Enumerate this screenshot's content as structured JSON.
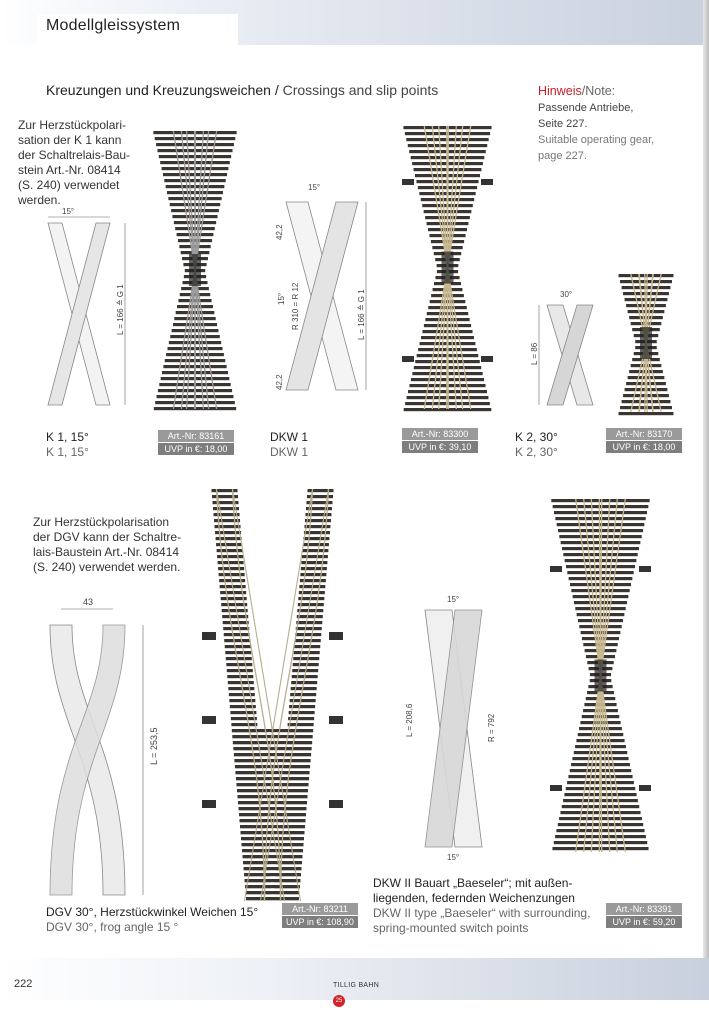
{
  "header": {
    "title": "Modellgleissystem"
  },
  "section": {
    "title_de": "Kreuzungen und Kreuzungsweichen",
    "separator": " / ",
    "title_en": "Crossings and slip points"
  },
  "note": {
    "label_de": "Hinweis",
    "slash": "/",
    "label_en": "Note:",
    "line1": "Passende Antriebe,",
    "line2": "Seite 227.",
    "line3": "Suitable operating gear,",
    "line4": "page 227."
  },
  "intro_k1": [
    "Zur Herzstückpolari-",
    "sation der K 1 kann",
    "der Schaltrelais-Bau-",
    "stein Art.-Nr. 08414",
    "(S. 240) verwendet",
    "werden."
  ],
  "intro_dgv": [
    "Zur Herzstückpolarisation",
    "der DGV kann der Schaltre-",
    "lais-Baustein Art.-Nr. 08414",
    "(S. 240) verwendet werden."
  ],
  "products": {
    "k1": {
      "name_de": "K 1, 15°",
      "name_en": "K 1, 15°",
      "art": "Art.-Nr: 83161",
      "uvp": "UVP in €: 18,00"
    },
    "dkw1": {
      "name_de": "DKW 1",
      "name_en": "DKW 1",
      "art": "Art.-Nr: 83300",
      "uvp": "UVP in €: 39,10"
    },
    "k2": {
      "name_de": "K 2, 30°",
      "name_en": "K 2, 30°",
      "art": "Art.-Nr: 83170",
      "uvp": "UVP in €: 18,00"
    },
    "dgv": {
      "name_de": "DGV 30°, Herzstückwinkel Weichen 15°",
      "name_en": "DGV 30°, frog angle 15 °",
      "art": "Art.-Nr: 83211",
      "uvp": "UVP in €: 108,90"
    },
    "dkw2": {
      "name_de_1": "DKW II Bauart „Baeseler“; mit außen-",
      "name_de_2": "liegenden, federnden Weichenzungen",
      "name_en_1": "DKW II type „Baeseler“ with surrounding,",
      "name_en_2": "spring-mounted switch points",
      "art": "Art.-Nr: 83391",
      "uvp": "UVP in €: 59,20"
    }
  },
  "diagram_labels": {
    "k1_angle": "15°",
    "k1_len": "L = 166 ≙ G 1",
    "dkw1_angle": "15°",
    "dkw1_top": "42,2",
    "dkw1_r": "R 310 = R 12",
    "dkw1_mid": "15°",
    "dkw1_bot": "42,2",
    "dkw1_len": "L = 166 ≙ G 1",
    "k2_angle": "30°",
    "k2_len": "L = 86",
    "dgv_width": "43",
    "dgv_len": "L = 253,5",
    "dkw2_top": "15°",
    "dkw2_len": "L = 208,6",
    "dkw2_r": "R = 792",
    "dkw2_bot": "15°"
  },
  "footer": {
    "page": "222",
    "logo": "TILLIG BAHN",
    "logo_mark": "25"
  },
  "colors": {
    "accent_red": "#c9202b",
    "badge_light": "#9a9a9a",
    "badge_dark": "#7e7e7e",
    "sleeper": "#3a3530",
    "rail_plain": "#9a9a9a",
    "rail_nickel": "#c8b890"
  }
}
